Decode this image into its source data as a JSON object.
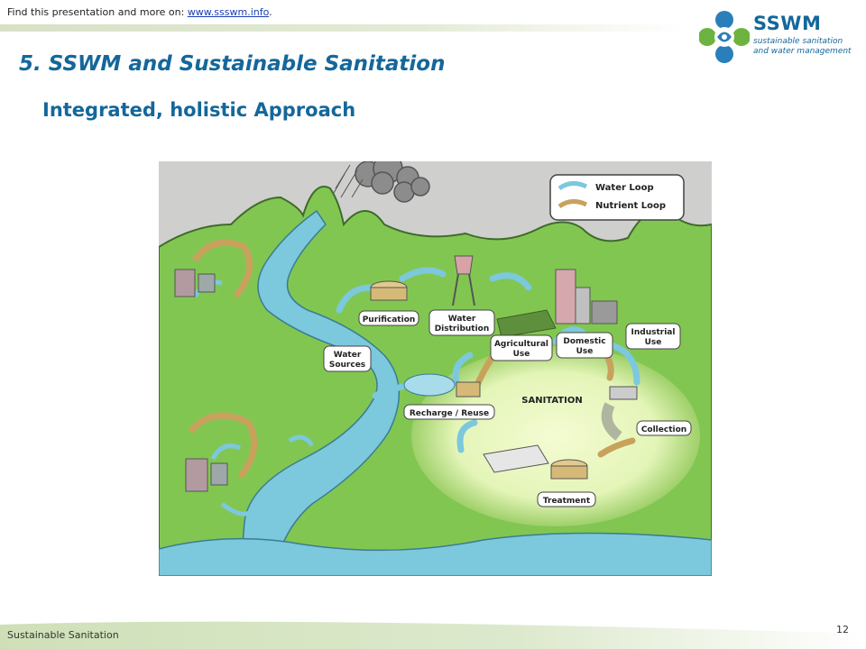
{
  "header": {
    "find_text": "Find this presentation  and more on: ",
    "link_text": "www.ssswm.info",
    "after_link": "."
  },
  "logo": {
    "title": "SSWM",
    "line1": "sustainable sanitation",
    "line2": "and water management"
  },
  "slide": {
    "title": "5. SSWM and Sustainable Sanitation",
    "subtitle": "Integrated, holistic Approach"
  },
  "diagram": {
    "legend": {
      "water": "Water Loop",
      "nutrient": "Nutrient Loop"
    },
    "labels": {
      "purification": "Purification",
      "water_distribution_1": "Water",
      "water_distribution_2": "Distribution",
      "agricultural_1": "Agricultural",
      "agricultural_2": "Use",
      "domestic_1": "Domestic",
      "domestic_2": "Use",
      "industrial_1": "Industrial",
      "industrial_2": "Use",
      "water_sources_1": "Water",
      "water_sources_2": "Sources",
      "recharge": "Recharge / Reuse",
      "sanitation": "SANITATION",
      "collection": "Collection",
      "treatment": "Treatment"
    },
    "colors": {
      "water": "#7cc8dd",
      "nutrient": "#c8a25c",
      "land": "#82c652",
      "sky": "#cfcfcd"
    }
  },
  "footer": {
    "left": "Sustainable Sanitation",
    "page": "12"
  }
}
